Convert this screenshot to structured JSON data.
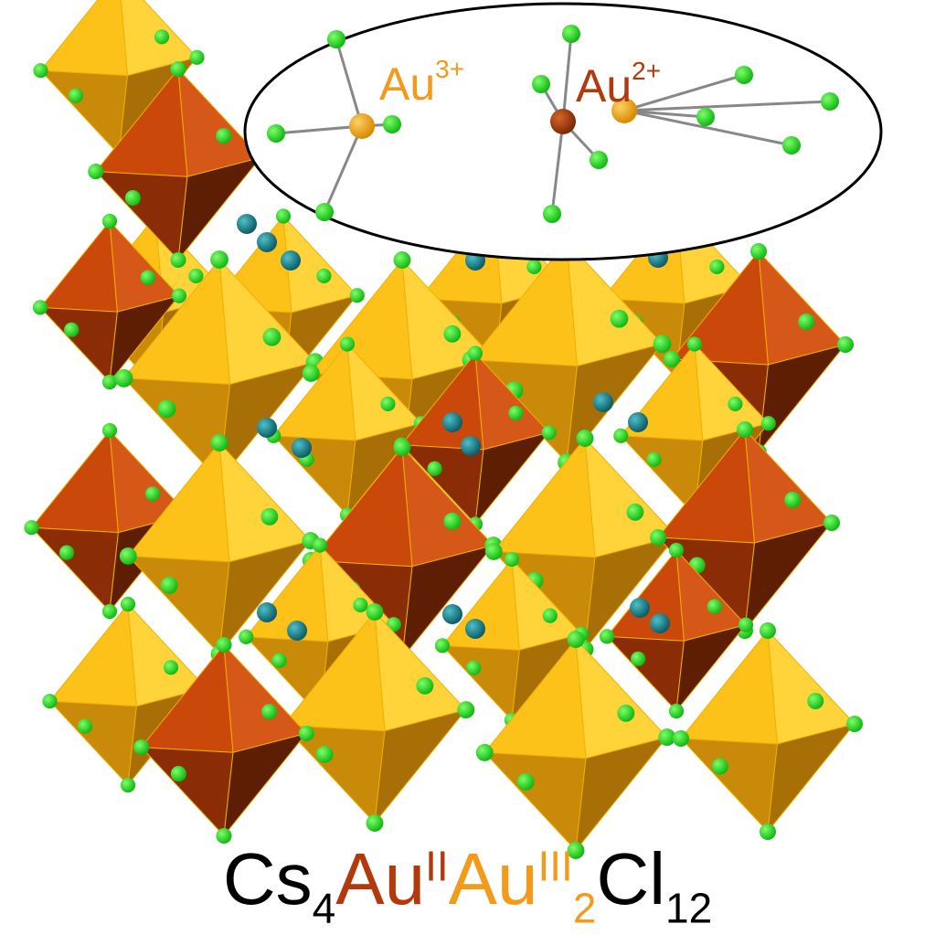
{
  "colors": {
    "au3": "#f5a623",
    "au3_label": "#f39a1b",
    "au2": "#c9480a",
    "au2_label": "#b3380c",
    "chlorine": "#22dd22",
    "cesium": "#1a8a95",
    "text": "#000000"
  },
  "inset": {
    "au3_label": {
      "el": "Au",
      "charge": "3+"
    },
    "au2_label": {
      "el": "Au",
      "charge": "2+"
    }
  },
  "formula": {
    "cs": "Cs",
    "cs_sub": "4",
    "au2": "Au",
    "au2_sup": "II",
    "au3": "Au",
    "au3_sup": "III",
    "au3_sub": "2",
    "cl": "Cl",
    "cl_sub": "12"
  }
}
